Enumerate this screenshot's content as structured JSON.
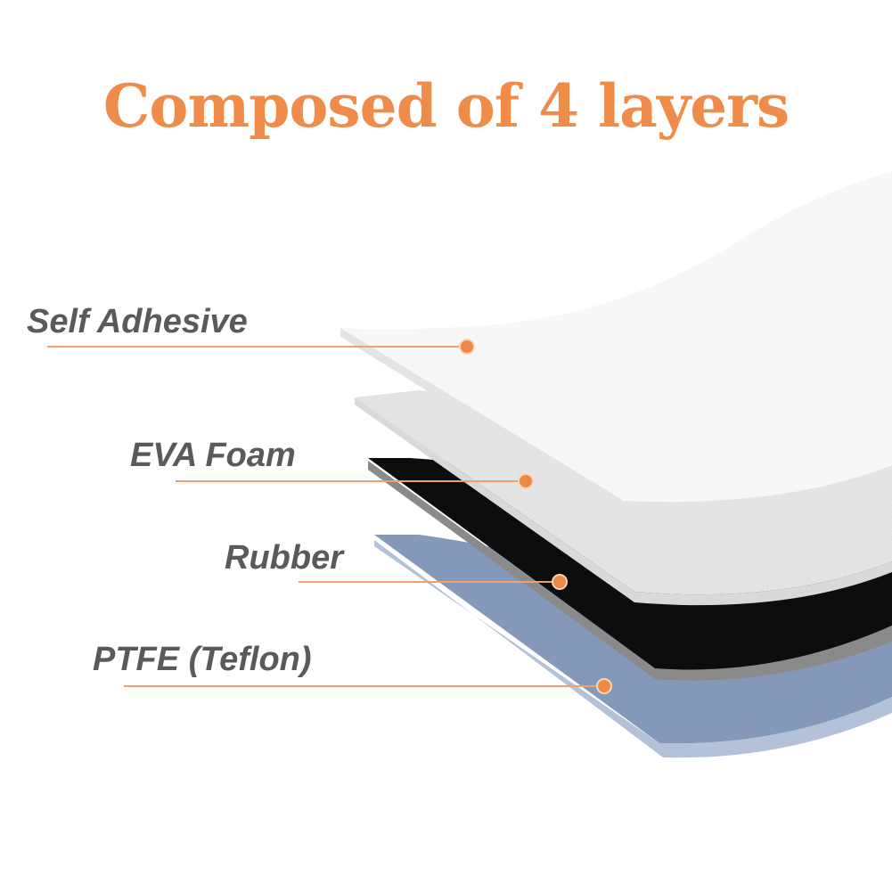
{
  "title": "Composed of 4 layers",
  "colors": {
    "title": "#f08c4a",
    "label_text": "#5a5a5a",
    "leader_line": "#f0a06a",
    "leader_dot": "#ec8a45",
    "adhesive": "#f7f7f7",
    "eva_foam": "#eeeeee",
    "rubber": "#0d0d0d",
    "ptfe": "#8499b9"
  },
  "layers": [
    {
      "name": "self-adhesive",
      "label": "Self Adhesive"
    },
    {
      "name": "eva-foam",
      "label": "EVA Foam"
    },
    {
      "name": "rubber",
      "label": "Rubber"
    },
    {
      "name": "ptfe",
      "label": "PTFE (Teflon)"
    }
  ]
}
